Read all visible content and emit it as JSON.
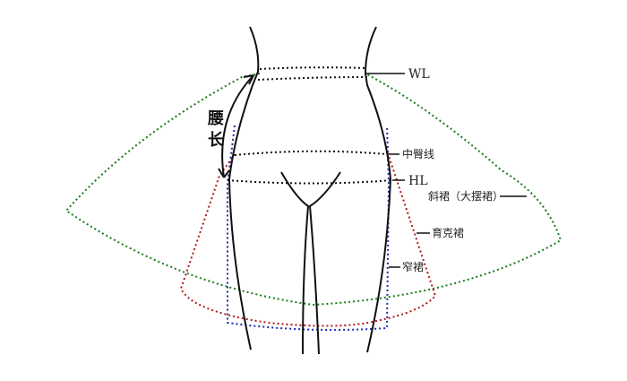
{
  "labels": {
    "wl": "WL",
    "hip_mid": "中臀线",
    "hl": "HL",
    "flared": "斜裙（大摆裙）",
    "yoke": "育克裙",
    "narrow": "窄裙",
    "waist_length_1": "腰",
    "waist_length_2": "长"
  },
  "colors": {
    "body": "#111111",
    "guide": "#111111",
    "flared_skirt": "#1a7a1a",
    "yoke_skirt": "#b01818",
    "narrow_skirt": "#1a2ab0"
  }
}
